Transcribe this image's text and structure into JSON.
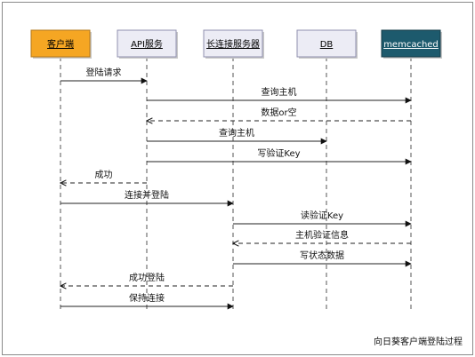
{
  "participants": [
    {
      "id": "client",
      "label": "客户端",
      "fill": "#f5a623",
      "stroke": "#b27718",
      "text_color": "#000000"
    },
    {
      "id": "api",
      "label": "API服务",
      "fill": "#ececf5",
      "stroke": "#8f8fae",
      "text_color": "#000000"
    },
    {
      "id": "longconn",
      "label": "长连接服务器",
      "fill": "#ececf5",
      "stroke": "#8f8fae",
      "text_color": "#000000"
    },
    {
      "id": "db",
      "label": "DB",
      "fill": "#ececf5",
      "stroke": "#8f8fae",
      "text_color": "#000000"
    },
    {
      "id": "memcached",
      "label": "memcached",
      "fill": "#1d5a6d",
      "stroke": "#123845",
      "text_color": "#ffffff"
    }
  ],
  "messages": [
    {
      "from": "client",
      "to": "api",
      "label": "登陆请求",
      "style": "solid"
    },
    {
      "from": "api",
      "to": "memcached",
      "label": "查询主机",
      "style": "solid"
    },
    {
      "from": "memcached",
      "to": "api",
      "label": "数据or空",
      "style": "dashed"
    },
    {
      "from": "api",
      "to": "db",
      "label": "查询主机",
      "style": "solid"
    },
    {
      "from": "api",
      "to": "memcached",
      "label": "写验证Key",
      "style": "solid"
    },
    {
      "from": "api",
      "to": "client",
      "label": "成功",
      "style": "dashed"
    },
    {
      "from": "client",
      "to": "longconn",
      "label": "连接并登陆",
      "style": "solid"
    },
    {
      "from": "longconn",
      "to": "memcached",
      "label": "读验证Key",
      "style": "solid"
    },
    {
      "from": "memcached",
      "to": "longconn",
      "label": "主机验证信息",
      "style": "dashed"
    },
    {
      "from": "longconn",
      "to": "memcached",
      "label": "写状态数据",
      "style": "solid"
    },
    {
      "from": "longconn",
      "to": "client",
      "label": "成功登陆",
      "style": "dashed"
    },
    {
      "from": "client",
      "to": "longconn",
      "label": "保持连接",
      "style": "solid"
    }
  ],
  "caption": "向日葵客户端登陆过程",
  "colors": {
    "frame": "#8a8a8a",
    "lifeline": "#555555",
    "arrow": "#222222"
  }
}
